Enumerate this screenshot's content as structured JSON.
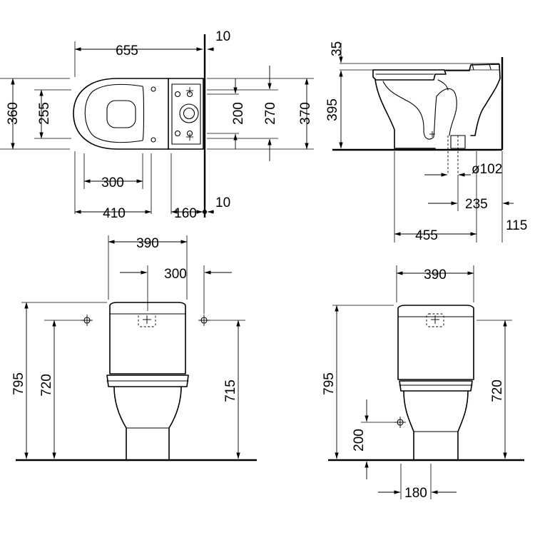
{
  "top_view": {
    "dims": {
      "width_655": "655",
      "gap_10_top": "10",
      "depth_360": "360",
      "seat_255": "255",
      "hole_200": "200",
      "hole_270": "270",
      "tank_370": "370",
      "seat_300": "300",
      "front_410": "410",
      "back_160": "160",
      "gap_10_bottom": "10"
    }
  },
  "side_view": {
    "dims": {
      "top_35": "35",
      "height_395": "395",
      "outlet_diameter": "ø102",
      "outlet_235": "235",
      "depth_455": "455",
      "outlet_115": "115"
    }
  },
  "front_view": {
    "dims": {
      "width_390": "390",
      "holes_300": "300",
      "height_795": "795",
      "height_720": "720",
      "height_715": "715"
    }
  },
  "back_view": {
    "dims": {
      "width_390": "390",
      "height_795": "795",
      "height_720": "720",
      "inlet_200": "200",
      "feet_180": "180"
    }
  }
}
